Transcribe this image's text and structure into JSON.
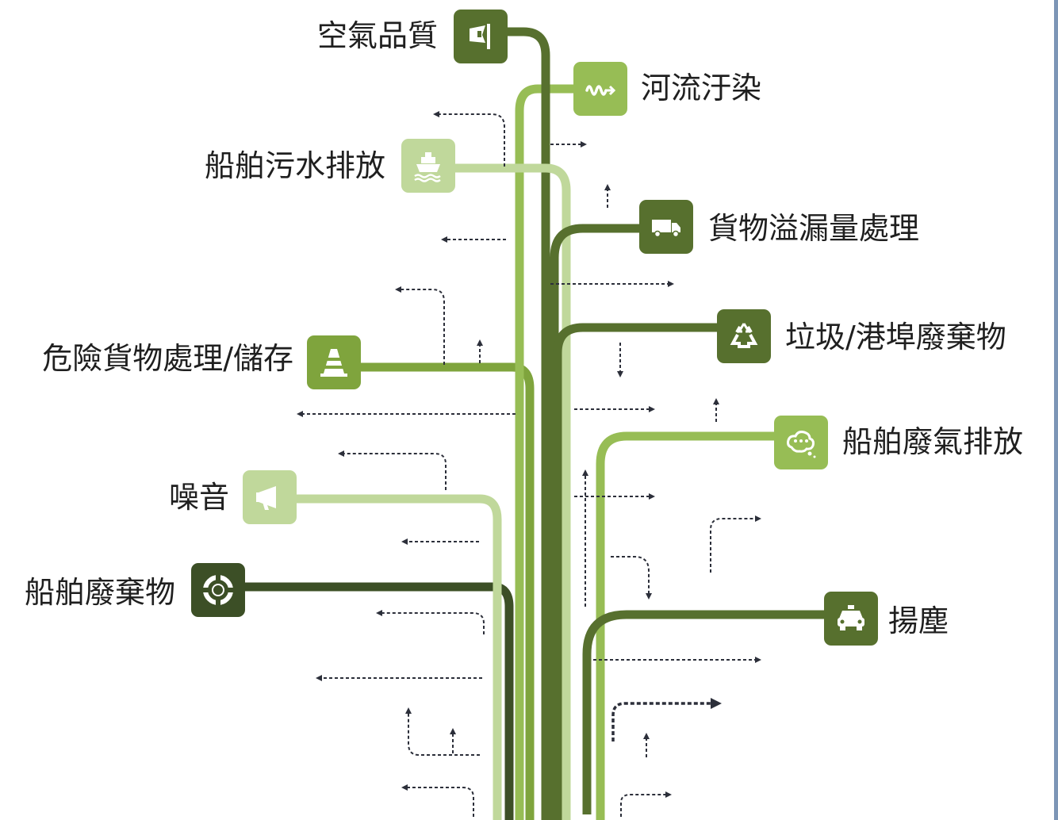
{
  "colors": {
    "darkest": "#3c4f26",
    "dark": "#57702e",
    "mid": "#7fa43d",
    "light": "#97bd55",
    "pale": "#c0d89b",
    "arrow": "#2c2f3a"
  },
  "branches": [
    {
      "id": "air",
      "label": "空氣品質",
      "icon": "flag-icon",
      "tone": "dark"
    },
    {
      "id": "river",
      "label": "河流汙染",
      "icon": "wave-icon",
      "tone": "light"
    },
    {
      "id": "sewage",
      "label": "船舶污水排放",
      "icon": "ship-icon",
      "tone": "pale"
    },
    {
      "id": "cargo",
      "label": "貨物溢漏量處理",
      "icon": "truck-icon",
      "tone": "dark"
    },
    {
      "id": "hazard",
      "label": "危險貨物處理/儲存",
      "icon": "cone-icon",
      "tone": "mid"
    },
    {
      "id": "garbage",
      "label": "垃圾/港埠廢棄物",
      "icon": "recycle-icon",
      "tone": "dark"
    },
    {
      "id": "exhaust",
      "label": "船舶廢氣排放",
      "icon": "cloud-icon",
      "tone": "light"
    },
    {
      "id": "noise",
      "label": "噪音",
      "icon": "megaphone-icon",
      "tone": "pale"
    },
    {
      "id": "waste",
      "label": "船舶廢棄物",
      "icon": "lifebuoy-icon",
      "tone": "darkest"
    },
    {
      "id": "dust",
      "label": "揚塵",
      "icon": "taxi-icon",
      "tone": "dark"
    }
  ]
}
